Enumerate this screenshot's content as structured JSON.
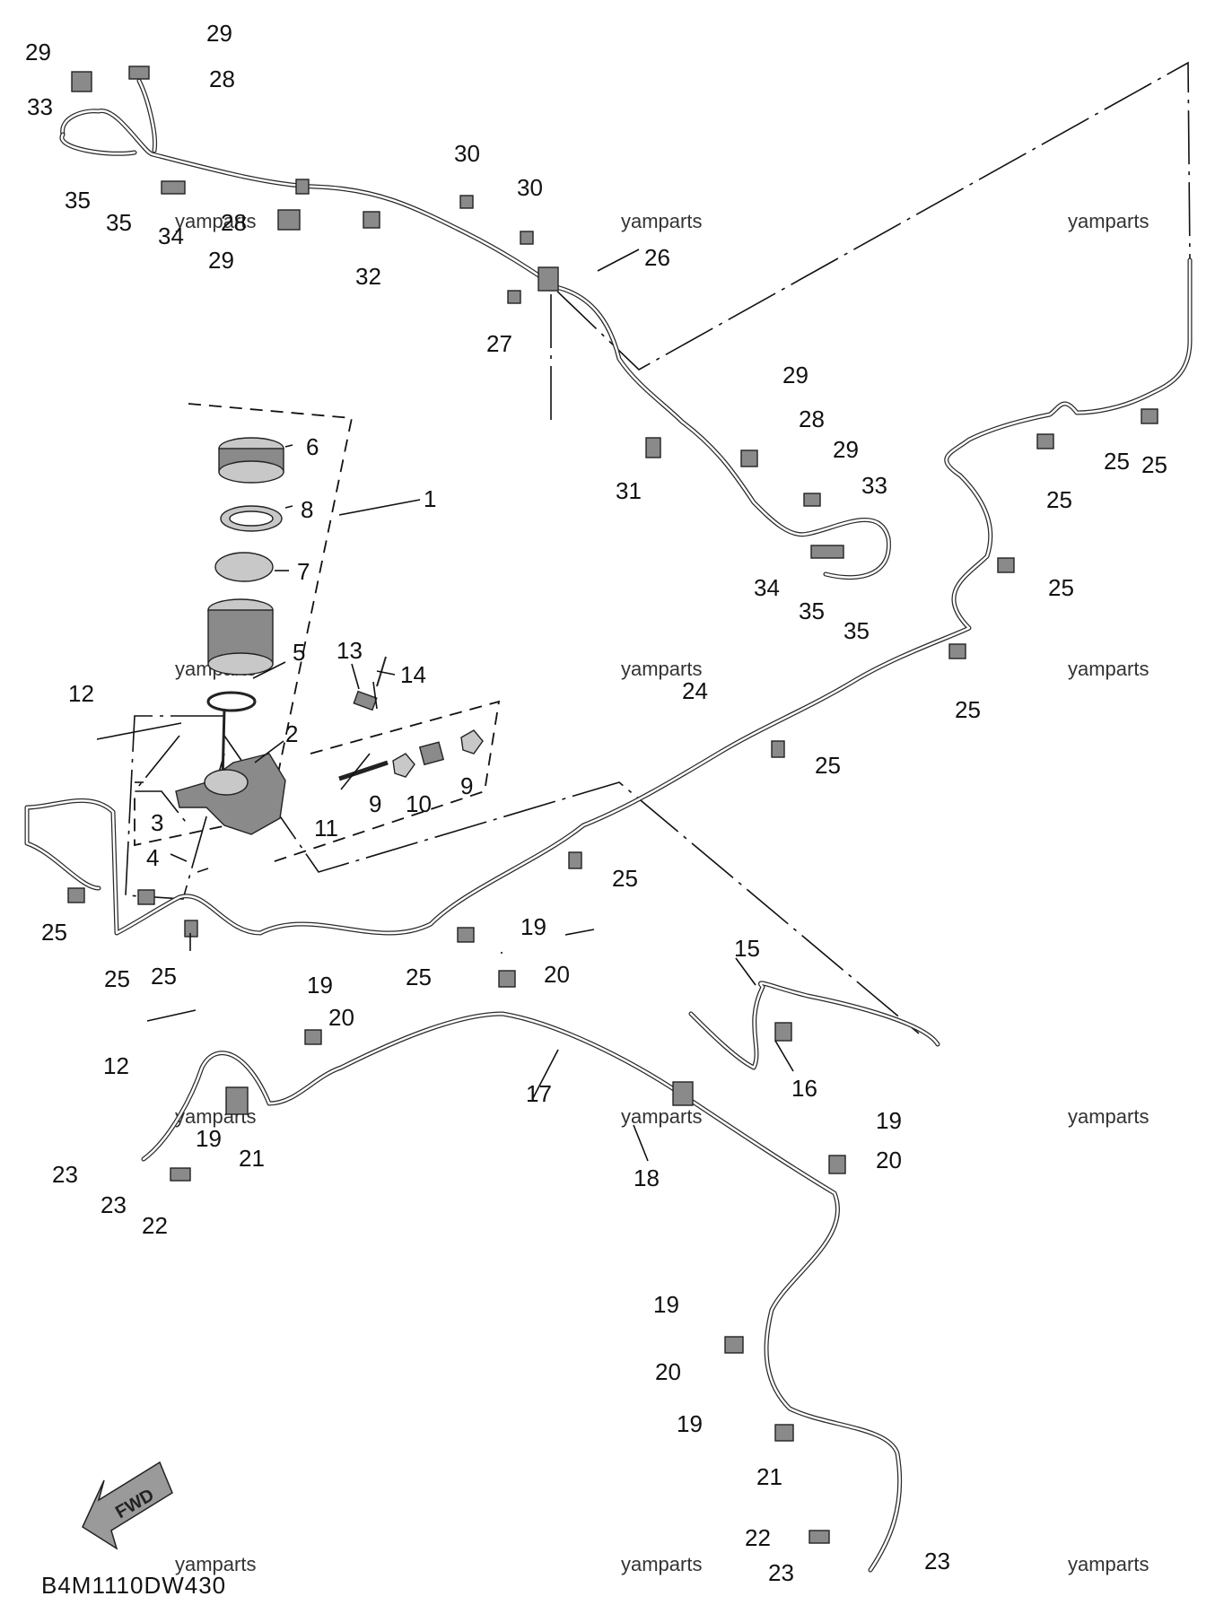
{
  "diagram": {
    "diagram_code": "B4M1110DW430",
    "fwd_label": "FWD",
    "watermark": "yamparts",
    "callouts": {
      "c1": "1",
      "c2": "2",
      "c3": "3",
      "c4": "4",
      "c5": "5",
      "c6": "6",
      "c7": "7",
      "c8": "8",
      "c9a": "9",
      "c9b": "9",
      "c10": "10",
      "c11": "11",
      "c12a": "12",
      "c12b": "12",
      "c13": "13",
      "c14": "14",
      "c15": "15",
      "c16": "16",
      "c17": "17",
      "c18": "18",
      "c19a": "19",
      "c19b": "19",
      "c19c": "19",
      "c19d": "19",
      "c19e": "19",
      "c19f": "19",
      "c20a": "20",
      "c20b": "20",
      "c20c": "20",
      "c20d": "20",
      "c21a": "21",
      "c21b": "21",
      "c22a": "22",
      "c22b": "22",
      "c23a": "23",
      "c23b": "23",
      "c23c": "23",
      "c23d": "23",
      "c24": "24",
      "c25a": "25",
      "c25b": "25",
      "c25c": "25",
      "c25d": "25",
      "c25e": "25",
      "c25f": "25",
      "c25g": "25",
      "c25h": "25",
      "c25i": "25",
      "c25j": "25",
      "c25k": "25",
      "c26": "26",
      "c27": "27",
      "c28a": "28",
      "c28b": "28",
      "c28c": "28",
      "c29a": "29",
      "c29b": "29",
      "c29c": "29",
      "c29d": "29",
      "c29e": "29",
      "c30a": "30",
      "c30b": "30",
      "c31": "31",
      "c32": "32",
      "c33a": "33",
      "c33b": "33",
      "c34a": "34",
      "c34b": "34",
      "c35a": "35",
      "c35b": "35",
      "c35c": "35",
      "c35d": "35"
    }
  }
}
